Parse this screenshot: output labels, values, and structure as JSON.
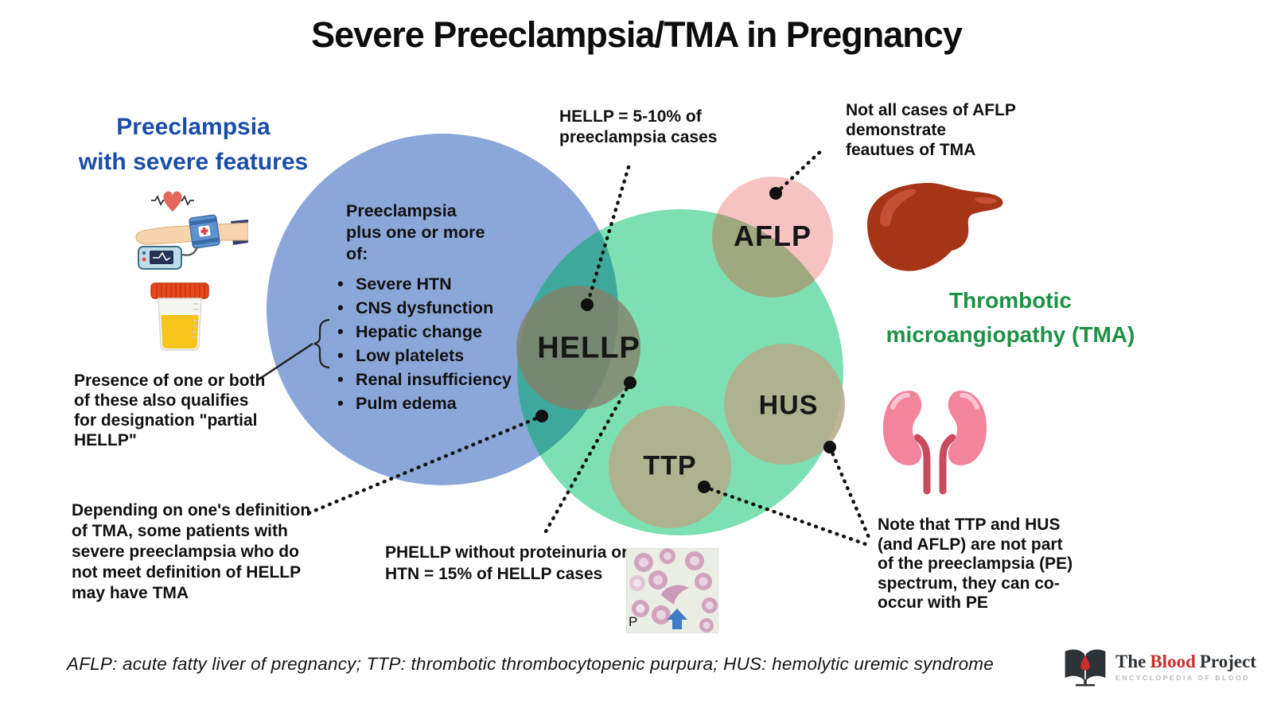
{
  "title": "Severe Preeclampsia/TMA in Pregnancy",
  "headings": {
    "preeclampsia": "Preeclampsia\nwith severe features",
    "tma": "Thrombotic\nmicroangiopathy (TMA)"
  },
  "criteria": {
    "intro": "Preeclampsia\nplus one or more\nof:",
    "bullets": [
      "Severe HTN",
      "CNS dysfunction",
      "Hepatic change",
      "Low platelets",
      "Renal insufficiency",
      "Pulm edema"
    ]
  },
  "venn": {
    "labels": {
      "hellp": "HELLP",
      "aflp": "AFLP",
      "hus": "HUS",
      "ttp": "TTP"
    },
    "colors": {
      "preeclampsia_circle": "#8BA7D9",
      "tma_circle": "#7CE0B2",
      "overlap": "#3FA89C",
      "aflp_circle": "#F7C2C2",
      "subcircle_tan": "#B5AB8A",
      "heading_blue": "#1B4DA8",
      "heading_green": "#1D9144"
    }
  },
  "annotations": {
    "hellp_pct": "HELLP = 5-10% of\npreeclampsia cases",
    "aflp_note": "Not all cases of AFLP\ndemonstrate\nfeautues of TMA",
    "partial_hellp": "Presence of one or both\nof these also qualifies\nfor designation \"partial\nHELLP\"",
    "tma_definition": "Depending on one's definition\nof TMA, some patients with\nsevere preeclampsia  who do\nnot meet definition of HELLP\nmay have TMA",
    "phellp": "PHELLP without proteinuria or\nHTN = 15% of HELLP cases",
    "ttp_hus_note": "Note that TTP and HUS\n(and AFLP)  are not part\nof the preeclampsia (PE)\nspectrum, they can co-\noccur with PE"
  },
  "smear": {
    "label": "P"
  },
  "footer": "AFLP: acute fatty liver of pregnancy; TTP: thrombotic thrombocytopenic purpura; HUS: hemolytic uremic syndrome",
  "logo": {
    "word1": "The",
    "word2": "Blood",
    "word3": "Project",
    "tagline": "ENCYCLOPEDIA OF BLOOD"
  }
}
